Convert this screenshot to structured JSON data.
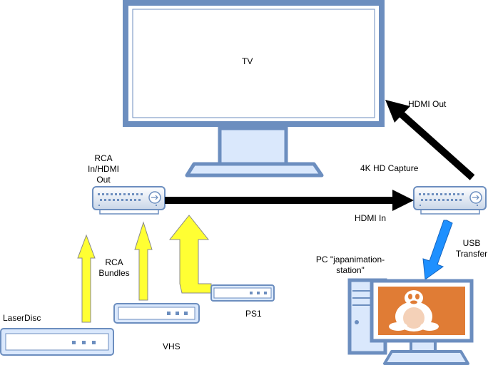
{
  "labels": {
    "tv": "TV",
    "converter": [
      "RCA",
      "In/HDMI",
      "Out"
    ],
    "capture": "4K HD Capture",
    "hdmi_out": "HDMI Out",
    "hdmi_in": "HDMI In",
    "usb": [
      "USB",
      "Transfer"
    ],
    "pc": [
      "PC \"japanimation-",
      "station\""
    ],
    "rca_bundles": [
      "RCA",
      "Bundles"
    ],
    "laserdisc": "LaserDisc",
    "vhs": "VHS",
    "ps1": "PS1"
  },
  "colors": {
    "device_stroke": "#6c8ebf",
    "device_fill": "#dae8fc",
    "screen_fill": "#ffffff",
    "arrow_yellow": "#ffff33",
    "arrow_blue": "#1e90ff",
    "arrow_black": "#000000",
    "desktop_orange": "#e07c35"
  }
}
